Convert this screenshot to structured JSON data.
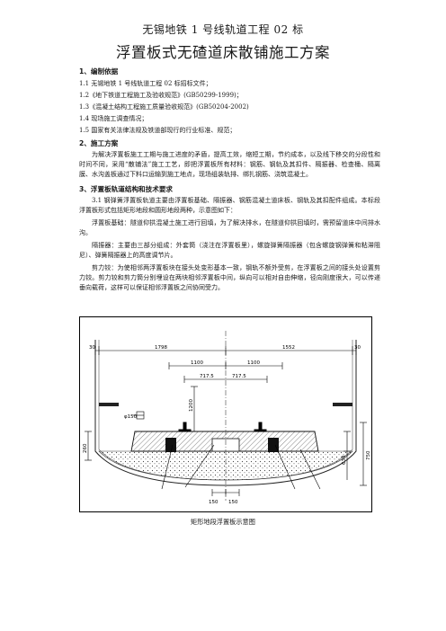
{
  "header": "无锡地铁 1 号线轨道工程 02 标",
  "title": "浮置板式无碴道床散铺施工方案",
  "s1": {
    "heading": "1、编制依据",
    "items": [
      "1.1 无锡地铁 1 号线轨道工程 02 标招标文件；",
      "1.2《地下铁道工程施工及验收规范》(GB50299-1999)；",
      "1.3《混凝土结构工程施工质量验收规范》(GB50204-2002)",
      "1.4 现场施工调查情况；",
      "1.5 国家有关法律法规及铁道部现行的行业标准、规范；"
    ]
  },
  "s2": {
    "heading": "2、施工方案",
    "para": "为解决浮置板施工工期与施工进度的矛盾，提高工效，缩短工期，节约成本，以及线下移交的分段性和时间不同，采用“散铺法”施工工艺，即把浮置板所有材料：钢筋、钢轨及其扣件、隔振器、检查桶、隔离膜、水沟盖板通过下料口运输到施工地点，现场组装轨排、绑扎钢筋、浇筑混凝土。"
  },
  "s3": {
    "heading": "3、浮置板轨道结构和技术要求",
    "p1": "3.1 钢弹簧浮置板轨道主要由浮置板基础、隔振器、钢筋混凝土道床板、钢轨及其扣配件组成。本标段浮置板形式包括矩形地段和圆形地段两种，示意图如下：",
    "p2": "浮置板基础：隧道仰拱混凝土施工进行回填，为了解决排水，在隧道仰拱回填时，需预留道床中间排水沟。",
    "p3": "隔振器：主要由三部分组成：外套筒（浇注在浮置板里），螺旋弹簧隔振器（包含螺旋钢弹簧和粘滞阻尼）、弹簧隔振器上的高度调节片。",
    "p4": "剪力铰：为使相邻两浮置板块在接头处变形基本一致，钢轨不额外受剪，在浮置板之间的接头处设置剪力铰。剪力铰和剪力筒分别埋设在两块相邻浮置板中间，纵向可以相对自由伸缩，径向刚度很大，可以传递垂向载荷，这样可以保证相邻浮置板之间协同受力。"
  },
  "figure": {
    "caption": "矩形地段浮置板示意图",
    "dims": {
      "d30a": "30",
      "d1798": "1798",
      "d1552": "1552",
      "d30b": "30",
      "d1100a": "1100",
      "d1100b": "1100",
      "d7175a": "717.5",
      "d7175b": "717.5",
      "dphi": "φ150",
      "d1200": "1200",
      "d150a": "150",
      "d150b": "150",
      "d638": "638",
      "d750": "750",
      "d260": "260"
    }
  }
}
